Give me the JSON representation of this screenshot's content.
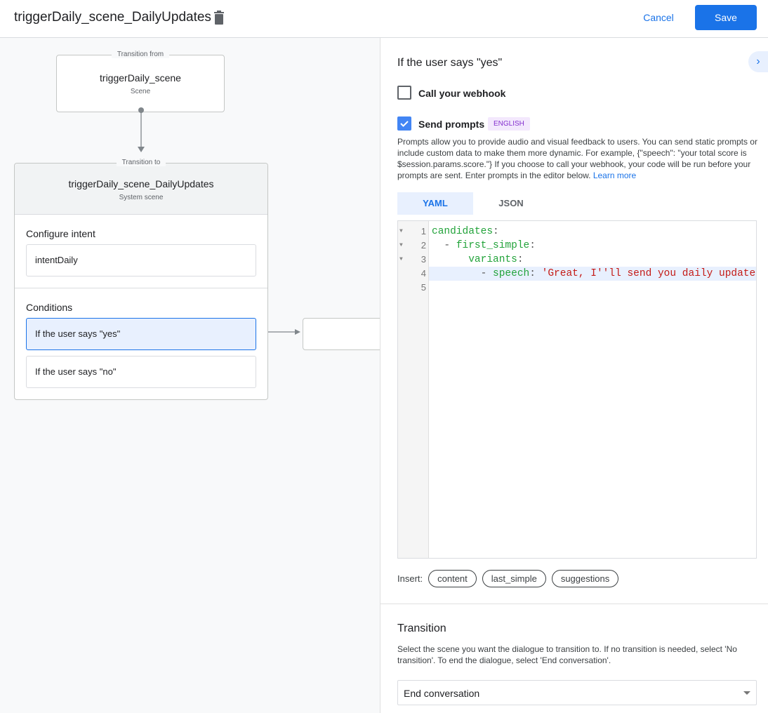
{
  "header": {
    "title": "triggerDaily_scene_DailyUpdates",
    "cancel_label": "Cancel",
    "save_label": "Save",
    "accent": "#1a73e8"
  },
  "canvas": {
    "from": {
      "legend": "Transition from",
      "name": "triggerDaily_scene",
      "type": "Scene"
    },
    "to": {
      "legend": "Transition to",
      "name": "triggerDaily_scene_DailyUpdates",
      "type": "System scene"
    },
    "configure_intent": {
      "label": "Configure intent",
      "intent": "intentDaily"
    },
    "conditions": {
      "label": "Conditions",
      "items": [
        {
          "label": "If the user says \"yes\"",
          "selected": true
        },
        {
          "label": "If the user says \"no\"",
          "selected": false
        }
      ]
    }
  },
  "panel": {
    "title": "If the user says \"yes\"",
    "webhook": {
      "label": "Call your webhook",
      "checked": false
    },
    "prompts": {
      "label": "Send prompts",
      "checked": true,
      "badge": "ENGLISH",
      "description": "Prompts allow you to provide audio and visual feedback to users. You can send static prompts or include custom data to make them more dynamic. For example, {\"speech\": \"your total score is $session.params.score.\"} If you choose to call your webhook, your code will be run before your prompts are sent. Enter prompts in the editor below.",
      "learn_more": "Learn more"
    },
    "tabs": [
      {
        "label": "YAML",
        "active": true
      },
      {
        "label": "JSON",
        "active": false
      }
    ],
    "editor": {
      "lines": [
        {
          "n": "1",
          "fold": true,
          "indent": "",
          "dash": "",
          "key": "candidates",
          "sep": ":",
          "value": ""
        },
        {
          "n": "2",
          "fold": true,
          "indent": "  ",
          "dash": "- ",
          "key": "first_simple",
          "sep": ":",
          "value": ""
        },
        {
          "n": "3",
          "fold": true,
          "indent": "      ",
          "dash": "",
          "key": "variants",
          "sep": ":",
          "value": ""
        },
        {
          "n": "4",
          "fold": false,
          "indent": "        ",
          "dash": "- ",
          "key": "speech",
          "sep": ": ",
          "value": "'Great, I''ll send you daily updates.'",
          "highlight": true
        },
        {
          "n": "5",
          "fold": false,
          "indent": "",
          "dash": "",
          "key": "",
          "sep": "",
          "value": ""
        }
      ]
    },
    "insert": {
      "label": "Insert:",
      "chips": [
        "content",
        "last_simple",
        "suggestions"
      ]
    },
    "transition": {
      "title": "Transition",
      "description": "Select the scene you want the dialogue to transition to. If no transition is needed, select 'No transition'. To end the dialogue, select 'End conversation'.",
      "selected": "End conversation"
    }
  }
}
